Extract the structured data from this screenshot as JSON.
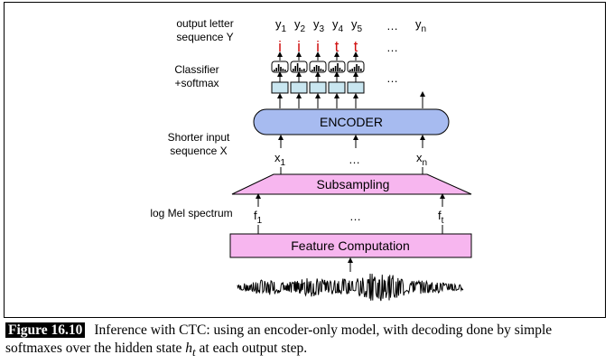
{
  "labels": {
    "output": [
      "output letter",
      "sequence Y"
    ],
    "classifier": [
      "Classifier",
      "+softmax"
    ],
    "shorter": [
      "Shorter input",
      "sequence X"
    ],
    "logmel": "log Mel spectrum"
  },
  "outputs": {
    "y_symbols": [
      "y1",
      "y2",
      "y3",
      "y4",
      "y5"
    ],
    "y_n": "yn",
    "letters": [
      "i",
      "i",
      "i",
      "t",
      "t"
    ],
    "ellipsis": "…"
  },
  "encoder": {
    "label": "ENCODER",
    "fill": "#a7bbf0"
  },
  "subsampling": {
    "label": "Subsampling",
    "fill": "#f7b6ef"
  },
  "feature": {
    "label": "Feature Computation",
    "fill": "#f7b6ef"
  },
  "x_inputs": {
    "first": "x1",
    "last": "xn",
    "ellipsis": "…"
  },
  "f_inputs": {
    "first": "f1",
    "last": "ft",
    "ellipsis": "…"
  },
  "classifier_fill": "#c9e6f0",
  "caption": {
    "label": "Figure 16.10",
    "text_before": "Inference with CTC: using an encoder-only model, with decoding done by simple softmaxes over the hidden state ",
    "math": "h",
    "math_sub": "t",
    "text_after": " at each output step."
  }
}
